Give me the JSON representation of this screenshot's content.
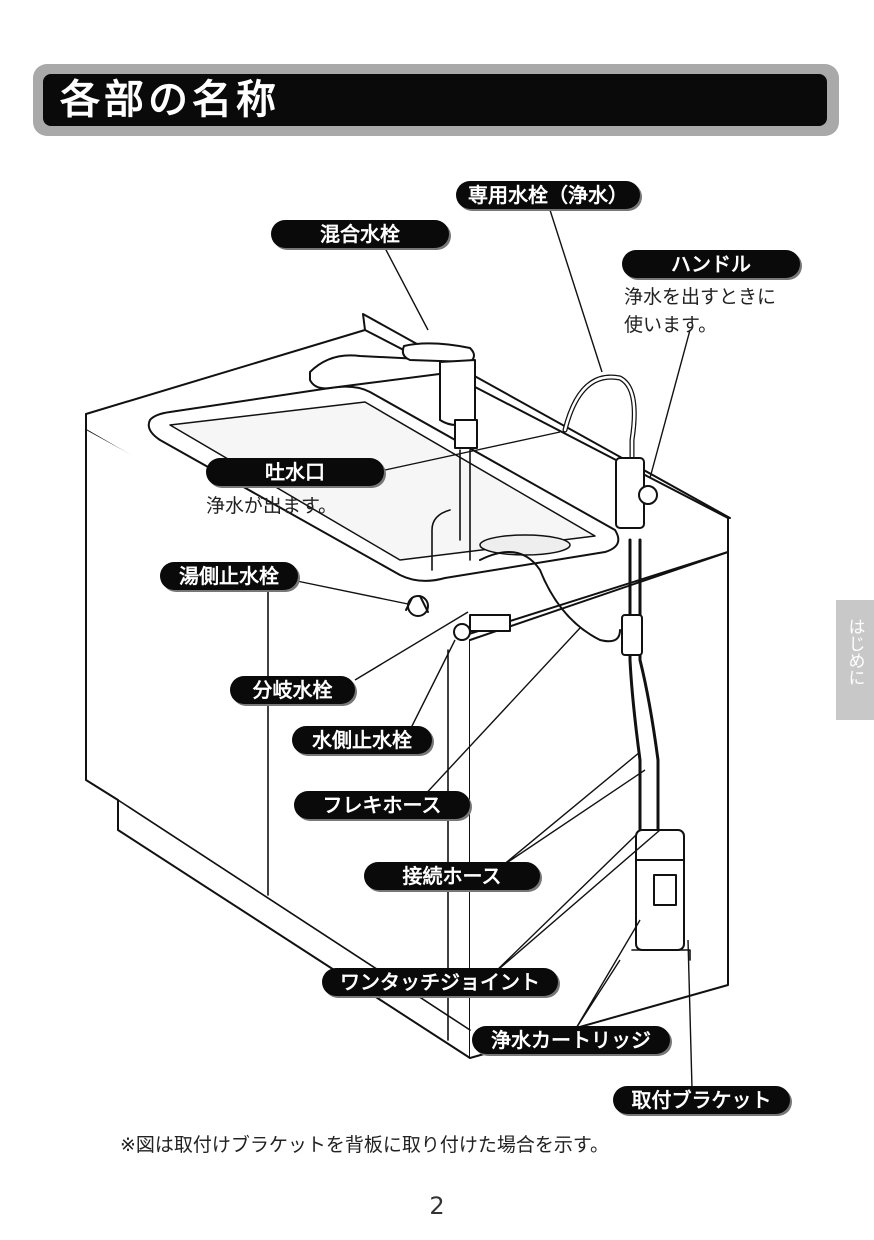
{
  "page": {
    "title": "各部の名称",
    "side_tab": "はじめに",
    "note": "※図は取付けブラケットを背板に取り付けた場合を示す。",
    "page_number": "2"
  },
  "labels": {
    "dedicated_faucet": "専用水栓（浄水）",
    "mixing_faucet": "混合水栓",
    "handle": "ハンドル",
    "handle_desc_1": "浄水を出すときに",
    "handle_desc_2": "使います。",
    "spout": "吐水口",
    "spout_desc": "浄水が出ます。",
    "hot_stop": "湯側止水栓",
    "branch_faucet": "分岐水栓",
    "cold_stop": "水側止水栓",
    "flex_hose": "フレキホース",
    "connect_hose": "接続ホース",
    "one_touch_joint": "ワンタッチジョイント",
    "cartridge": "浄水カートリッジ",
    "bracket": "取付ブラケット"
  }
}
